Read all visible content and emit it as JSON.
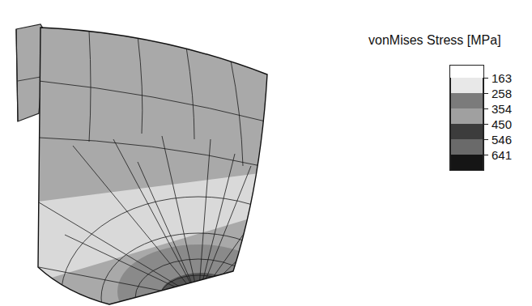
{
  "diagram": {
    "labels": [
      "vonMises Stress [MPa]"
    ],
    "legend": [
      {
        "text": "163",
        "color": "#e8e8e8"
      },
      {
        "text": "258",
        "color": "#7b7b7b"
      },
      {
        "text": "354",
        "color": "#a0a0a0"
      },
      {
        "text": "450",
        "color": "#3c3c3c"
      },
      {
        "text": "546",
        "color": "#6a6a6a"
      },
      {
        "text": "641",
        "color": "#151515"
      }
    ]
  }
}
